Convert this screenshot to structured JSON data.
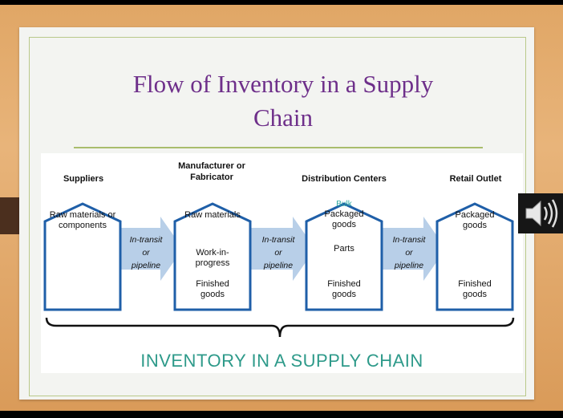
{
  "slide": {
    "title_line1": "Flow of Inventory in a Supply",
    "title_line2": "Chain",
    "caption": "INVENTORY IN A SUPPLY CHAIN"
  },
  "stages": [
    {
      "header": "Suppliers",
      "items": [
        "Raw materials or components"
      ]
    },
    {
      "header_line1": "Manufacturer or",
      "header_line2": "Fabricator",
      "items": [
        "Raw materials",
        "Work-in-progress",
        "Finished goods"
      ]
    },
    {
      "header": "Distribution Centers",
      "bulk": "Bulk",
      "items": [
        "Packaged goods",
        "Parts",
        "Finished goods"
      ]
    },
    {
      "header": "Retail Outlet",
      "items": [
        "Packaged goods",
        "Finished goods"
      ]
    }
  ],
  "transit": {
    "line1": "In-transit",
    "line2": "or",
    "line3": "pipeline"
  },
  "colors": {
    "house_border": "#1f5fa8",
    "arrow_fill": "#b8cfe8",
    "title": "#6e2f8a",
    "caption": "#2e9a8a",
    "rule": "#a9bd6d"
  },
  "icons": [
    "speaker-icon"
  ]
}
